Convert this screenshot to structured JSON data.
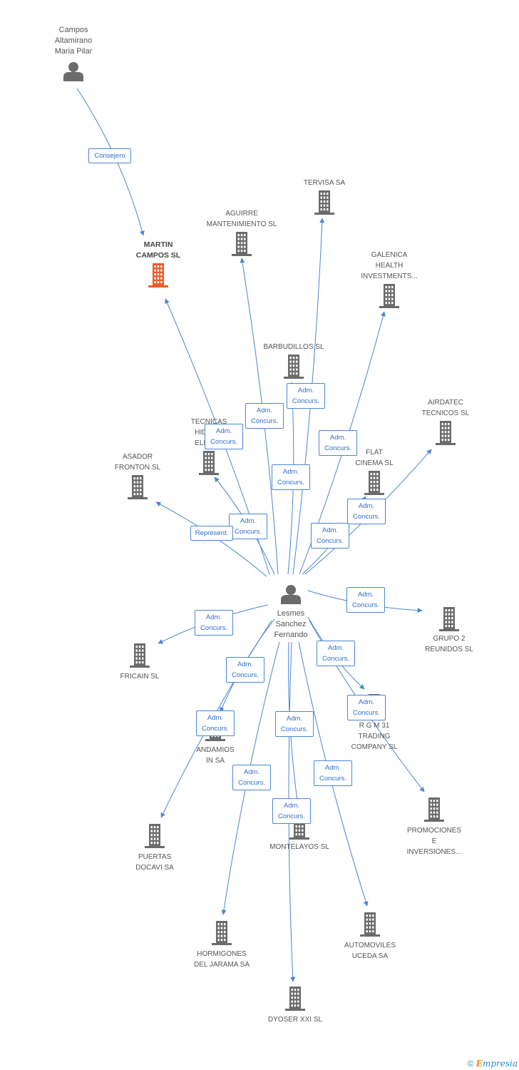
{
  "colors": {
    "edge": "#4a86d6",
    "icon": "#6b6b6b",
    "highlight": "#f05a28"
  },
  "nodes": [
    {
      "id": "campos",
      "type": "person",
      "label": "Campos\nAltamirano\nMaria Pilar"
    },
    {
      "id": "martin",
      "type": "company",
      "label": "MARTIN\nCAMPOS SL",
      "highlight": true
    },
    {
      "id": "tervisa",
      "type": "company",
      "label": "TERVISA SA"
    },
    {
      "id": "aguirre",
      "type": "company",
      "label": "AGUIRRE\nMANTENIMIENTO SL"
    },
    {
      "id": "galenica",
      "type": "company",
      "label": "GALENICA\nHEALTH\nINVESTMENTS..."
    },
    {
      "id": "barbudillos",
      "type": "company",
      "label": "BARBUDILLOS SL"
    },
    {
      "id": "airdatec",
      "type": "company",
      "label": "AIRDATEC\nTECNICOS SL"
    },
    {
      "id": "tecnicas",
      "type": "company",
      "label": "TECNICAS\nHIDRA...\nELECT..."
    },
    {
      "id": "flat",
      "type": "company",
      "label": "FLAT\nCINEMA SL"
    },
    {
      "id": "asador",
      "type": "company",
      "label": "ASADOR\nFRONTON SL"
    },
    {
      "id": "lesmes",
      "type": "person",
      "label": "Lesmes\nSanchez\nFernando"
    },
    {
      "id": "grupo2",
      "type": "company",
      "label": "GRUPO 2\nREUNIDOS SL"
    },
    {
      "id": "fricain",
      "type": "company",
      "label": "FRICAIN SL"
    },
    {
      "id": "rgm",
      "type": "company",
      "label": "R G M 31\nTRADING\nCOMPANY SL"
    },
    {
      "id": "andamios",
      "type": "company",
      "label": "ANDAMIOS\nIN SA"
    },
    {
      "id": "promociones",
      "type": "company",
      "label": "PROMOCIONES\nE\nINVERSIONES..."
    },
    {
      "id": "puertas",
      "type": "company",
      "label": "PUERTAS\nDOCAVI SA"
    },
    {
      "id": "montelayos",
      "type": "company",
      "label": "MONTELAYOS SL"
    },
    {
      "id": "hormigones",
      "type": "company",
      "label": "HORMIGONES\nDEL JARAMA SA"
    },
    {
      "id": "automoviles",
      "type": "company",
      "label": "AUTOMOVILES\nUCEDA SA"
    },
    {
      "id": "dyoser",
      "type": "company",
      "label": "DYOSER XXI SL"
    }
  ],
  "edges": [
    {
      "from": "campos",
      "to": "martin",
      "label": "Consejero"
    },
    {
      "from": "lesmes",
      "to": "martin",
      "label": "Adm.\nConcurs."
    },
    {
      "from": "lesmes",
      "to": "aguirre",
      "label": "Adm.\nConcurs."
    },
    {
      "from": "lesmes",
      "to": "tervisa",
      "label": "Adm.\nConcurs."
    },
    {
      "from": "lesmes",
      "to": "barbudillos",
      "label": "Adm.\nConcurs."
    },
    {
      "from": "lesmes",
      "to": "galenica",
      "label": "Adm.\nConcurs."
    },
    {
      "from": "lesmes",
      "to": "tecnicas",
      "label": "Adm.\nConcurs."
    },
    {
      "from": "lesmes",
      "to": "flat",
      "label": "Adm.\nConcurs."
    },
    {
      "from": "lesmes",
      "to": "airdatec",
      "label": "Adm.\nConcurs."
    },
    {
      "from": "lesmes",
      "to": "asador",
      "label": "Represent."
    },
    {
      "from": "lesmes",
      "to": "grupo2",
      "label": "Adm.\nConcurs."
    },
    {
      "from": "lesmes",
      "to": "fricain",
      "label": "Adm.\nConcurs."
    },
    {
      "from": "lesmes",
      "to": "rgm",
      "label": "Adm.\nConcurs."
    },
    {
      "from": "lesmes",
      "to": "andamios",
      "label": "Adm.\nConcurs."
    },
    {
      "from": "lesmes",
      "to": "promociones",
      "label": "Adm.\nConcurs."
    },
    {
      "from": "lesmes",
      "to": "puertas",
      "label": "Adm.\nConcurs."
    },
    {
      "from": "lesmes",
      "to": "montelayos",
      "label": "Adm.\nConcurs."
    },
    {
      "from": "lesmes",
      "to": "hormigones",
      "label": "Adm.\nConcurs."
    },
    {
      "from": "lesmes",
      "to": "automoviles",
      "label": "Adm.\nConcurs."
    },
    {
      "from": "lesmes",
      "to": "dyoser",
      "label": "Adm.\nConcurs."
    }
  ],
  "footer": {
    "copyright": "©",
    "brand_initial": "E",
    "brand_rest": "mpresia"
  }
}
